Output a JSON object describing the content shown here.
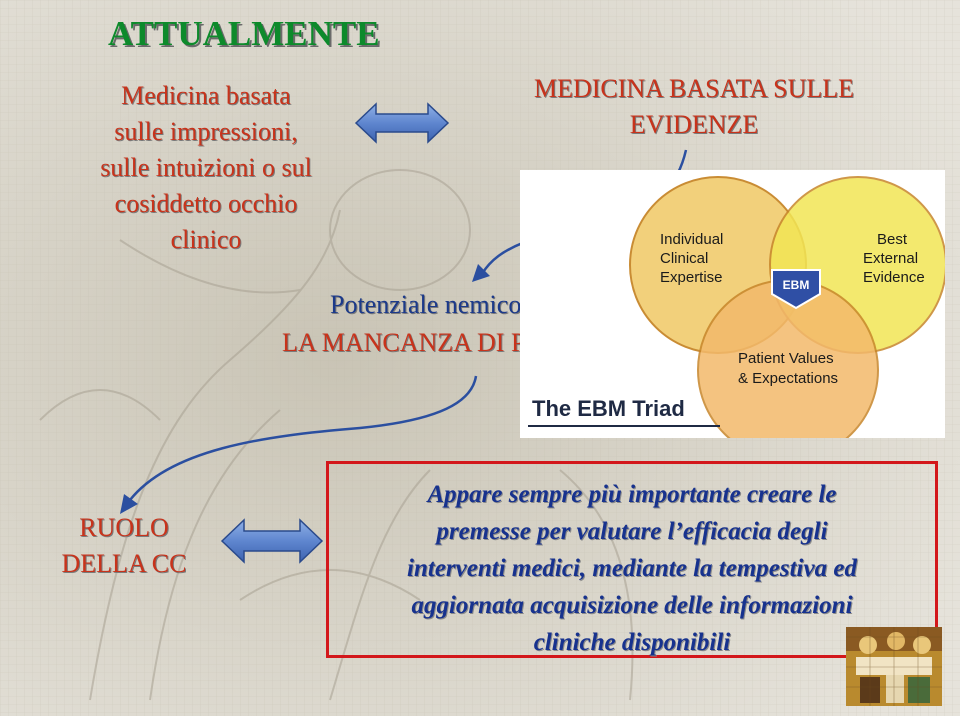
{
  "title": "ATTUALMENTE",
  "left_block": {
    "lines": [
      "Medicina basata",
      "sulle impressioni,",
      "sulle intuizioni o sul",
      "cosiddetto occhio",
      "clinico"
    ]
  },
  "ebm_block": {
    "lines": [
      "MEDICINA BASATA SULLE",
      "EVIDENZE"
    ]
  },
  "enemy": {
    "label": "Potenziale nemico:",
    "main": "LA MANCANZA DI PROVE"
  },
  "role": {
    "lines": [
      "RUOLO",
      "DELLA CC"
    ]
  },
  "statement": {
    "lines": [
      "Appare sempre più importante creare le",
      "premesse per valutare l’efficacia degli",
      "interventi medici, mediante la tempestiva ed",
      "aggiornata acquisizione delle informazioni",
      "cliniche disponibili"
    ]
  },
  "triad": {
    "caption": "The EBM Triad",
    "circles": [
      {
        "lines": [
          "Individual",
          "Clinical",
          "Expertise"
        ],
        "color": "#f2ce74"
      },
      {
        "lines": [
          "Best",
          "External",
          "Evidence"
        ],
        "color": "#f2e655"
      },
      {
        "lines": [
          "Patient Values",
          "& Expectations"
        ],
        "color": "#f3b96b"
      }
    ],
    "center_badge": "EBM",
    "badge_color": "#2f4fa5",
    "outline_color": "#c7862a"
  },
  "colors": {
    "title": "#0d8a2b",
    "red_text": "#c8331b",
    "blue_text": "#1c3a8a",
    "statement_text": "#17328e",
    "box_border": "#d3171b",
    "arrow_fill": "#6f93d3"
  },
  "icons": [
    "double-arrow-icon",
    "curved-arrow-icon",
    "mosaic-thumbnail-icon"
  ]
}
